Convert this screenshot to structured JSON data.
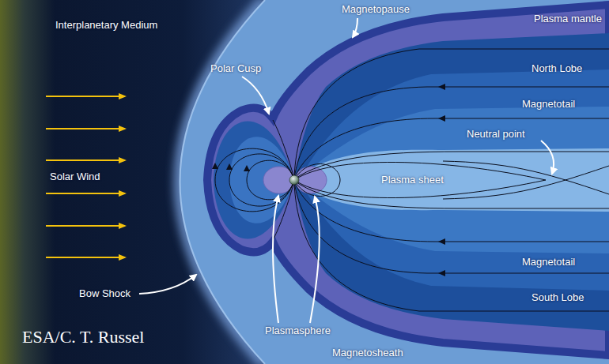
{
  "diagram": {
    "labels": [
      "Interplanetary Medium",
      "Magnetopause",
      "Plasma mantle",
      "Polar Cusp",
      "North Lobe",
      "Magnetotail",
      "Neutral point",
      "Solar Wind",
      "Plasma sheet",
      "Magnetotail",
      "South Lobe",
      "Bow Shock",
      "Plasmasphere",
      "ESA/C. T. Russel",
      "Magnetosheath"
    ]
  }
}
